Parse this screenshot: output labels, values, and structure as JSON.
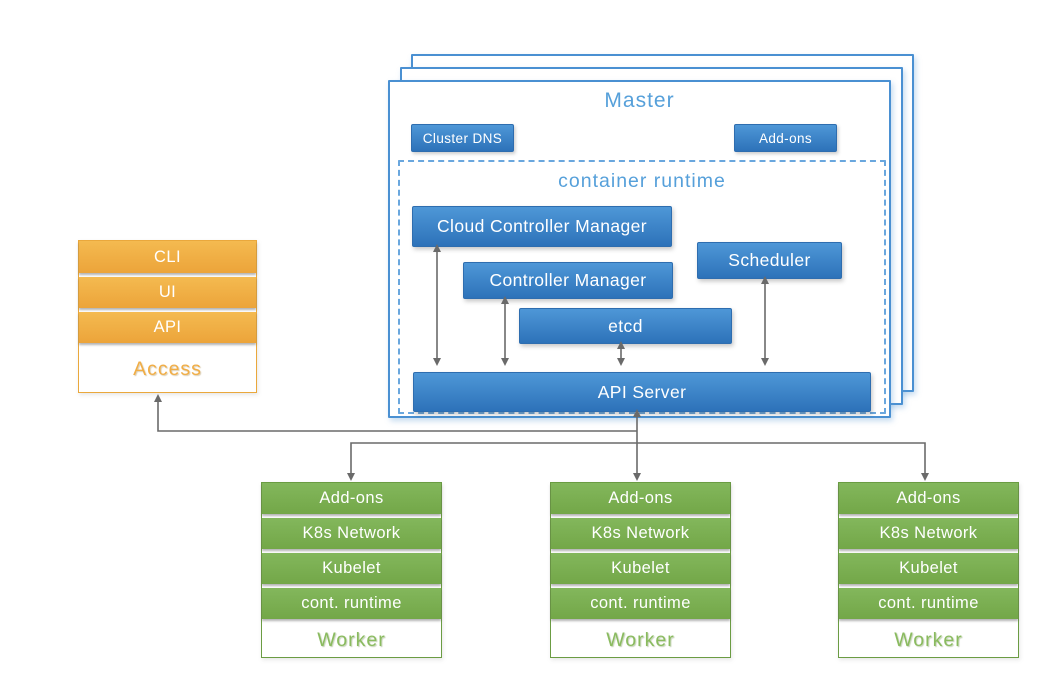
{
  "master": {
    "title": "Master",
    "badges": {
      "cluster_dns": "Cluster DNS",
      "addons": "Add-ons"
    },
    "container_runtime": {
      "title": "container runtime",
      "cloud_controller_manager": "Cloud Controller Manager",
      "controller_manager": "Controller Manager",
      "scheduler": "Scheduler",
      "etcd": "etcd",
      "api_server": "API Server"
    }
  },
  "access_panel": {
    "rows": [
      "CLI",
      "UI",
      "API"
    ],
    "label": "Access"
  },
  "workers": {
    "rows": [
      "Add-ons",
      "K8s Network",
      "Kubelet",
      "cont. runtime"
    ],
    "label": "Worker",
    "count": 3
  },
  "colors": {
    "blue-top": "#4e97d7",
    "blue-bottom": "#2d72b9",
    "blue-border": "#2e6daf",
    "light-blue-text": "#56a0da",
    "master-border": "#4a90d2",
    "dashed-border": "#6aa7de",
    "orange-top": "#f4ba50",
    "orange-bottom": "#eca43a",
    "orange-border": "#eaa83c",
    "orange-text": "#f1ad45",
    "green-top": "#83b75c",
    "green-bottom": "#73a748",
    "green-border": "#6b9c43",
    "green-text": "#8abb5f",
    "line-gray": "#6a6a6a"
  }
}
